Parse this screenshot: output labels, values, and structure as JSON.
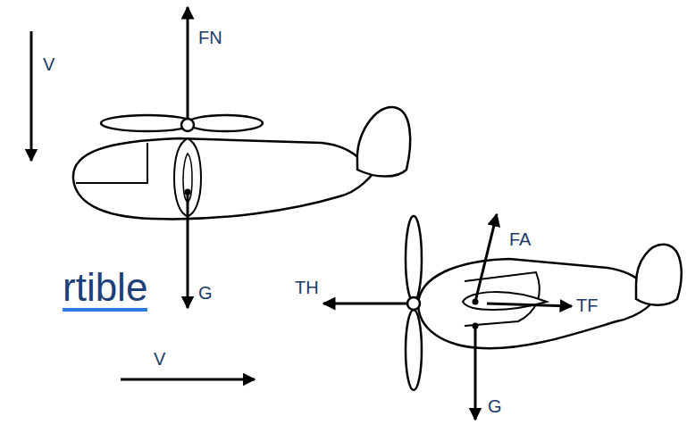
{
  "diagram": {
    "labels": [
      "V",
      "FN",
      "rtible",
      "G",
      "TH",
      "FA",
      "TF",
      "V",
      "G"
    ]
  }
}
